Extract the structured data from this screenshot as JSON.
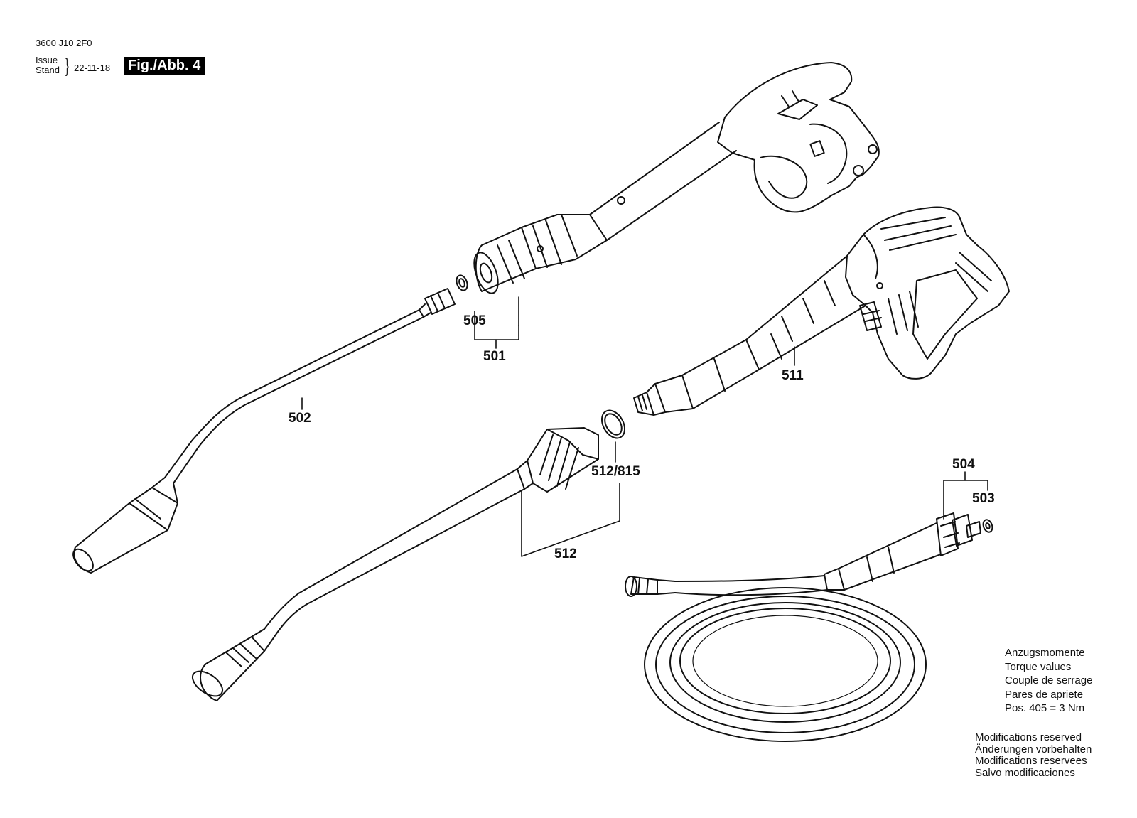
{
  "header": {
    "doc_number": "3600 J10 2F0",
    "issue_label": "Issue",
    "stand_label": "Stand",
    "date": "22-11-18",
    "figure_label": "Fig./Abb. 4"
  },
  "callouts": {
    "p505": "505",
    "p501": "501",
    "p502": "502",
    "p511": "511",
    "p512_815": "512/815",
    "p512": "512",
    "p504": "504",
    "p503": "503"
  },
  "torque_notes": [
    "Anzugsmomente",
    "Torque values",
    "Couple de serrage",
    "Pares de apriete",
    "Pos. 405 = 3 Nm"
  ],
  "modification_notes": [
    "Modifications reserved",
    "Änderungen vorbehalten",
    "Modifications reservees",
    "Salvo modificaciones"
  ]
}
